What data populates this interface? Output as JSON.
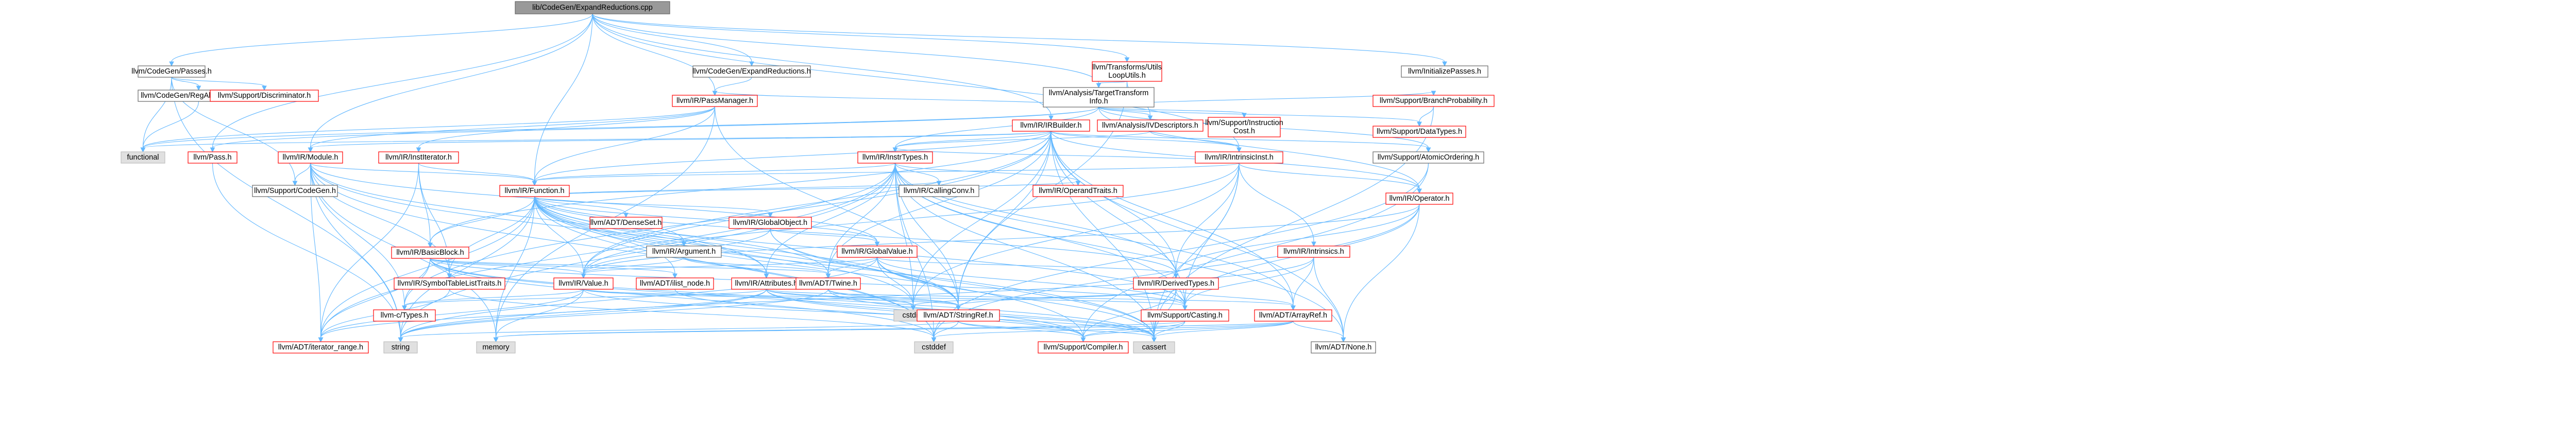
{
  "colors": {
    "edge": "#63b8ff",
    "root_fill": "#999999",
    "root_text": "#000000",
    "red_border": "#ff0000",
    "black_border": "#666666",
    "gray_border": "#bfbfbf",
    "gray_fill": "#e0e0e0",
    "white_fill": "#ffffff",
    "text": "#000000"
  },
  "nodes": [
    {
      "id": "root",
      "label": "lib/CodeGen/ExpandReductions.cpp",
      "style": "root"
    },
    {
      "id": "codegen_passes",
      "label": "llvm/CodeGen/Passes.h",
      "style": "black"
    },
    {
      "id": "codegen_expandreductions",
      "label": "llvm/CodeGen/ExpandReductions.h",
      "style": "black"
    },
    {
      "id": "transforms_loopfutils",
      "label": "llvm/Transforms/Utils\nLoopUtils.h",
      "style": "red"
    },
    {
      "id": "initializepasses",
      "label": "llvm/InitializePasses.h",
      "style": "black"
    },
    {
      "id": "analysis_tti",
      "label": "llvm/Analysis/TargetTransform\nInfo.h",
      "style": "black"
    },
    {
      "id": "ir_irbuilder",
      "label": "llvm/IR/IRBuilder.h",
      "style": "red"
    },
    {
      "id": "codegen_regalloccommon",
      "label": "llvm/CodeGen/RegAllocCommon.h",
      "style": "black"
    },
    {
      "id": "support_discriminator",
      "label": "llvm/Support/Discriminator.h",
      "style": "red"
    },
    {
      "id": "ir_passmanager",
      "label": "llvm/IR/PassManager.h",
      "style": "red"
    },
    {
      "id": "analysis_ivdescriptors",
      "label": "llvm/Analysis/IVDescriptors.h",
      "style": "red"
    },
    {
      "id": "support_instcost",
      "label": "llvm/Support/Instruction\nCost.h",
      "style": "red"
    },
    {
      "id": "support_branchprob",
      "label": "llvm/Support/BranchProbability.h",
      "style": "red"
    },
    {
      "id": "functional",
      "label": "functional",
      "style": "gray"
    },
    {
      "id": "pass_h",
      "label": "llvm/Pass.h",
      "style": "red"
    },
    {
      "id": "ir_module",
      "label": "llvm/IR/Module.h",
      "style": "red"
    },
    {
      "id": "ir_institerator",
      "label": "llvm/IR/InstIterator.h",
      "style": "red"
    },
    {
      "id": "ir_insttypes",
      "label": "llvm/IR/InstrTypes.h",
      "style": "red"
    },
    {
      "id": "ir_intrinsicinst",
      "label": "llvm/IR/IntrinsicInst.h",
      "style": "red"
    },
    {
      "id": "support_atomicordering",
      "label": "llvm/Support/AtomicOrdering.h",
      "style": "black"
    },
    {
      "id": "support_datatypes",
      "label": "llvm/Support/DataTypes.h",
      "style": "red"
    },
    {
      "id": "support_codegen",
      "label": "llvm/Support/CodeGen.h",
      "style": "black"
    },
    {
      "id": "ir_function",
      "label": "llvm/IR/Function.h",
      "style": "red"
    },
    {
      "id": "adt_denseset",
      "label": "llvm/ADT/DenseSet.h",
      "style": "red"
    },
    {
      "id": "ir_globalobject",
      "label": "llvm/IR/GlobalObject.h",
      "style": "red"
    },
    {
      "id": "ir_callingconv",
      "label": "llvm/IR/CallingConv.h",
      "style": "black"
    },
    {
      "id": "ir_operandtraits",
      "label": "llvm/IR/OperandTraits.h",
      "style": "red"
    },
    {
      "id": "ir_operator",
      "label": "llvm/IR/Operator.h",
      "style": "red"
    },
    {
      "id": "ir_basicblock",
      "label": "llvm/IR/BasicBlock.h",
      "style": "red"
    },
    {
      "id": "ir_argument",
      "label": "llvm/IR/Argument.h",
      "style": "black"
    },
    {
      "id": "ir_globalvalue",
      "label": "llvm/IR/GlobalValue.h",
      "style": "red"
    },
    {
      "id": "ir_intrinsics",
      "label": "llvm/IR/Intrinsics.h",
      "style": "red"
    },
    {
      "id": "ir_symboltablelisttraits",
      "label": "llvm/IR/SymbolTableListTraits.h",
      "style": "red"
    },
    {
      "id": "ir_value",
      "label": "llvm/IR/Value.h",
      "style": "red"
    },
    {
      "id": "adt_ilist_node",
      "label": "llvm/ADT/ilist_node.h",
      "style": "red"
    },
    {
      "id": "ir_attributes",
      "label": "llvm/IR/Attributes.h",
      "style": "red"
    },
    {
      "id": "adt_twine",
      "label": "llvm/ADT/Twine.h",
      "style": "red"
    },
    {
      "id": "ir_derivedtypes",
      "label": "llvm/IR/DerivedTypes.h",
      "style": "red"
    },
    {
      "id": "llvm_c_types",
      "label": "llvm-c/Types.h",
      "style": "red"
    },
    {
      "id": "cstdint",
      "label": "cstdint",
      "style": "gray"
    },
    {
      "id": "adt_stringref",
      "label": "llvm/ADT/StringRef.h",
      "style": "red"
    },
    {
      "id": "support_casting",
      "label": "llvm/Support/Casting.h",
      "style": "red"
    },
    {
      "id": "adt_arrayref",
      "label": "llvm/ADT/ArrayRef.h",
      "style": "red"
    },
    {
      "id": "adt_iterator_range",
      "label": "llvm/ADT/iterator_range.h",
      "style": "red"
    },
    {
      "id": "string",
      "label": "string",
      "style": "gray"
    },
    {
      "id": "memory",
      "label": "memory",
      "style": "gray"
    },
    {
      "id": "cstddef",
      "label": "cstddef",
      "style": "gray"
    },
    {
      "id": "support_compiler",
      "label": "llvm/Support/Compiler.h",
      "style": "red"
    },
    {
      "id": "cassert",
      "label": "cassert",
      "style": "gray"
    },
    {
      "id": "adt_none",
      "label": "llvm/ADT/None.h",
      "style": "black"
    }
  ]
}
